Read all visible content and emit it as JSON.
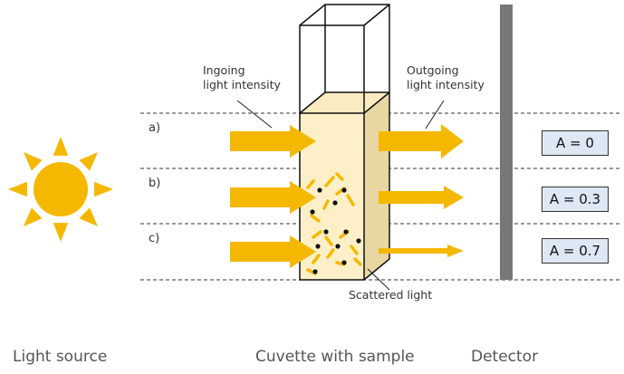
{
  "labels": {
    "ingoing": [
      "Ingoing",
      "light intensity"
    ],
    "outgoing": [
      "Outgoing",
      "light intensity"
    ],
    "scattered": "Scattered light",
    "light_source": "Light source",
    "cuvette": "Cuvette with sample",
    "detector": "Detector"
  },
  "rows": [
    {
      "label": "a)",
      "absorbance": "A = 0"
    },
    {
      "label": "b)",
      "absorbance": "A = 0.3"
    },
    {
      "label": "c)",
      "absorbance": "A = 0.7"
    }
  ],
  "colors": {
    "sun": "#f5b800",
    "arrow": "#f5b800",
    "cuvette_fill": "#fdf0c8",
    "cuvette_side": "#e8d6a3",
    "detector": "#777777",
    "abs_box": "#dde8f4"
  },
  "icons": {
    "sun": "sun-icon",
    "particle": "scattering-particle-icon"
  }
}
